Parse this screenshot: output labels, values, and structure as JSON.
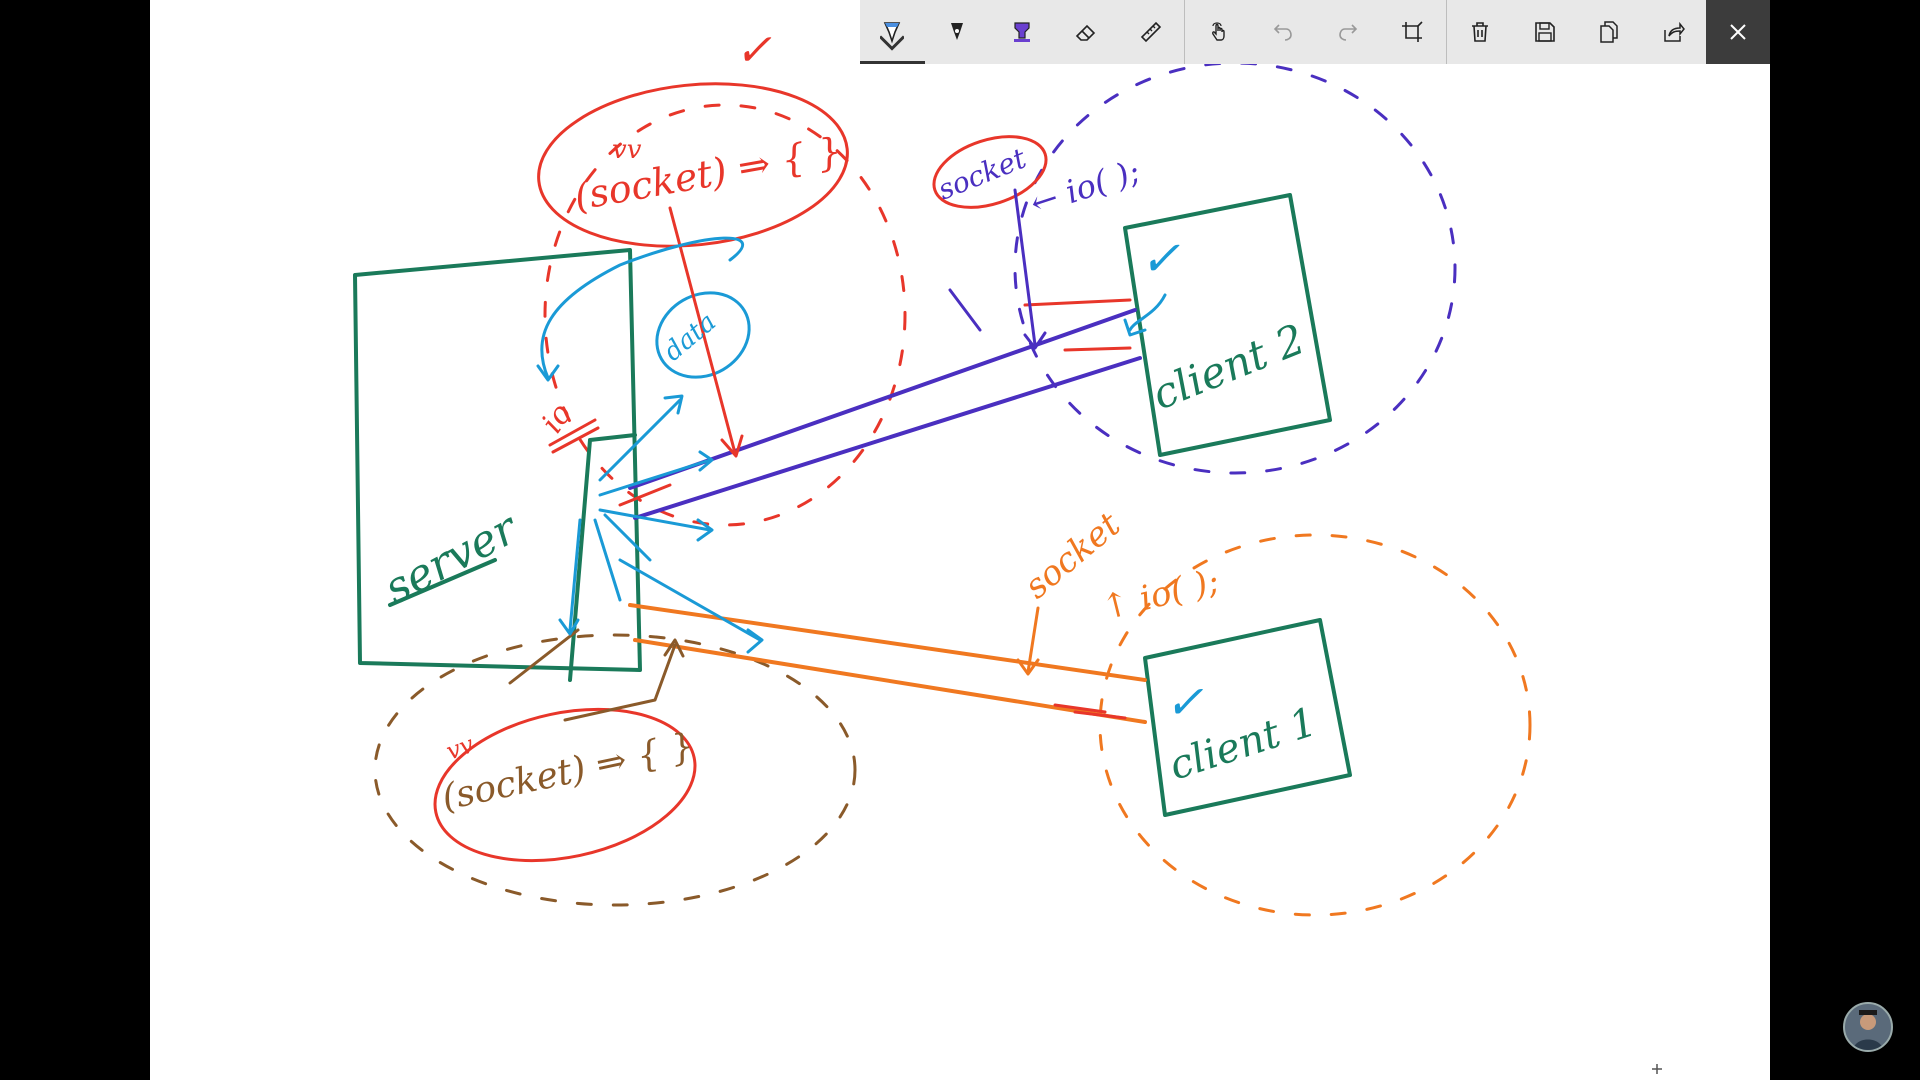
{
  "toolbar": {
    "tools": [
      {
        "name": "ballpoint-pen",
        "icon": "pen-tip-icon",
        "active": true
      },
      {
        "name": "pencil",
        "icon": "pencil-tip-icon"
      },
      {
        "name": "highlighter",
        "icon": "highlighter-icon"
      },
      {
        "name": "eraser",
        "icon": "eraser-icon"
      },
      {
        "name": "ruler",
        "icon": "ruler-icon"
      },
      {
        "name": "touch-writing",
        "icon": "touch-hand-icon"
      },
      {
        "name": "undo",
        "icon": "undo-icon"
      },
      {
        "name": "redo",
        "icon": "redo-icon"
      },
      {
        "name": "crop",
        "icon": "crop-icon"
      },
      {
        "name": "delete",
        "icon": "trash-icon"
      },
      {
        "name": "save",
        "icon": "save-icon"
      },
      {
        "name": "copy",
        "icon": "copy-icon"
      },
      {
        "name": "share",
        "icon": "share-icon"
      },
      {
        "name": "close",
        "icon": "close-icon"
      }
    ]
  },
  "colors": {
    "green": "#1a7a5a",
    "red": "#e8362a",
    "blue": "#1a9ad6",
    "purple": "#4a2fc0",
    "orange": "#f07820",
    "brown": "#8a5a2a"
  },
  "sketch": {
    "server_label": "server",
    "io_label": "io",
    "socket_connect_label": "(socket) ⇒ { }",
    "data_label": "data",
    "client2_label": "client 2",
    "client1_label": "client 1",
    "socket_purple_label": "socket",
    "io_call_purple": "← io( );",
    "socket_orange_label": "socket",
    "io_call_orange": "↑ io( );",
    "socket_disconnect_label": "(socket) ⇒ { }",
    "check_mark": "✓",
    "double_v": "vv"
  }
}
